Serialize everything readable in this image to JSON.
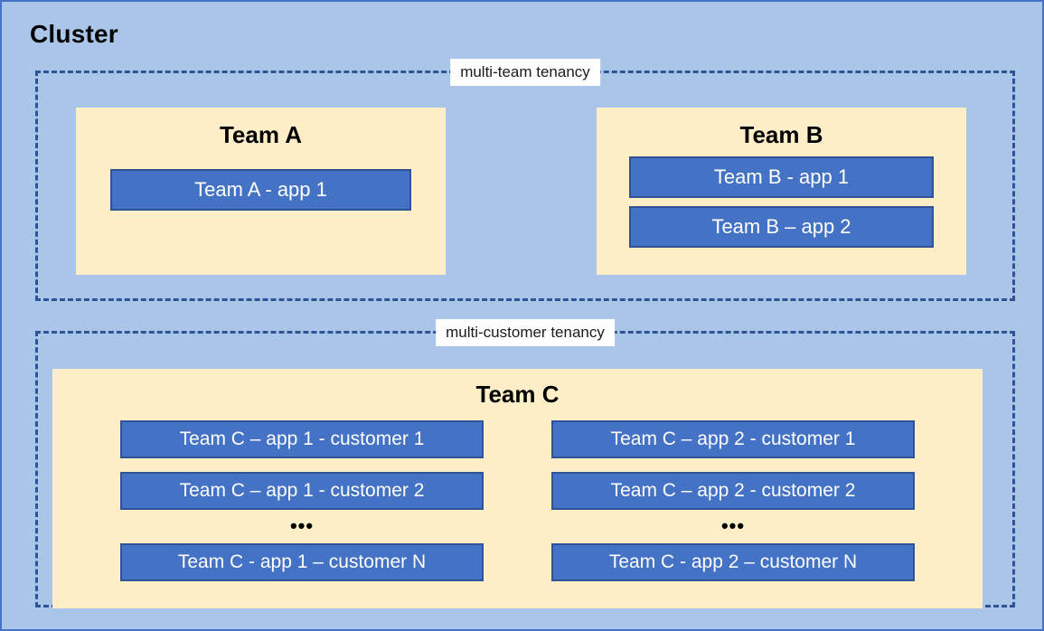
{
  "diagram": {
    "title": "Cluster",
    "colors": {
      "canvas_background": "#A9C5E8",
      "canvas_border": "#4472C4",
      "zone_dashed_border": "#2F5496",
      "team_box_fill": "#FDEEC8",
      "app_chip_fill": "#4472C4",
      "app_chip_border": "#2F5496",
      "app_chip_text": "#FFFFFF",
      "label_background": "#FFFFFF",
      "heading_text": "#000000"
    },
    "zones": [
      {
        "id": "multi-team",
        "label": "multi-team tenancy",
        "teams": [
          {
            "id": "team-a",
            "title": "Team A",
            "apps": [
              {
                "label": "Team A - app 1"
              }
            ]
          },
          {
            "id": "team-b",
            "title": "Team B",
            "apps": [
              {
                "label": "Team B - app 1"
              },
              {
                "label": "Team B – app 2"
              }
            ]
          }
        ]
      },
      {
        "id": "multi-customer",
        "label": "multi-customer tenancy",
        "teams": [
          {
            "id": "team-c",
            "title": "Team C",
            "columns": [
              {
                "id": "team-c-app-1",
                "apps": [
                  {
                    "label": "Team C – app 1 - customer 1"
                  },
                  {
                    "label": "Team C – app 1 - customer 2"
                  }
                ],
                "ellipsis": "•••",
                "apps_after_ellipsis": [
                  {
                    "label": "Team C - app 1 – customer N"
                  }
                ]
              },
              {
                "id": "team-c-app-2",
                "apps": [
                  {
                    "label": "Team C – app 2 - customer 1"
                  },
                  {
                    "label": "Team C – app 2 - customer 2"
                  }
                ],
                "ellipsis": "•••",
                "apps_after_ellipsis": [
                  {
                    "label": "Team C - app 2 – customer N"
                  }
                ]
              }
            ]
          }
        ]
      }
    ]
  }
}
